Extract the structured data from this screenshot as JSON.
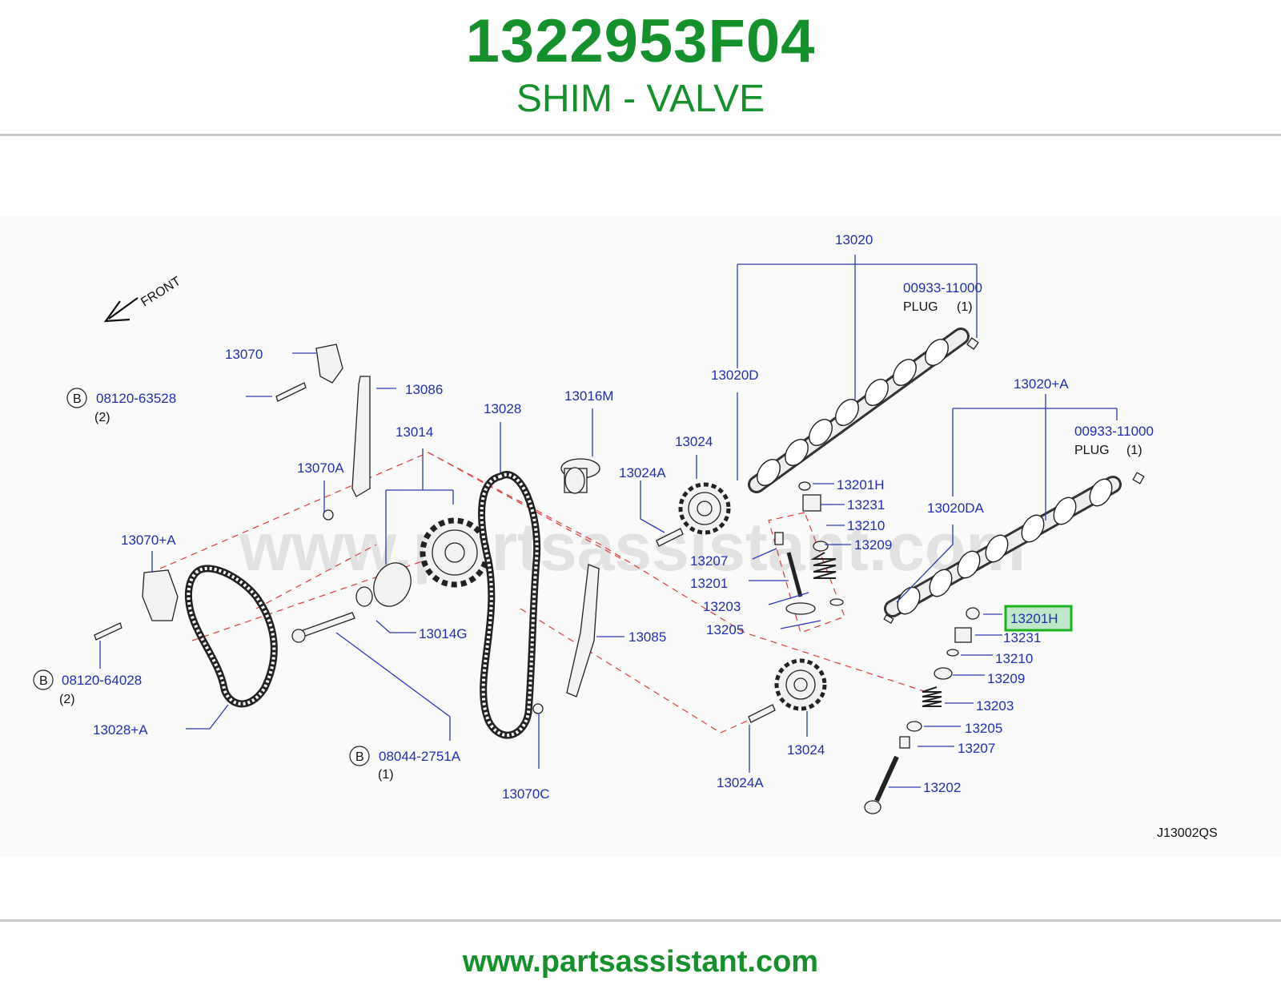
{
  "header": {
    "part_number": "1322953F04",
    "part_name": "SHIM - VALVE"
  },
  "diagram": {
    "front_label": "FRONT",
    "watermark": "www.partsassistant.com",
    "code": "J13002QS",
    "plug_text": "PLUG",
    "qty1": "(1)",
    "qty2": "(2)",
    "bolt_marker": "B",
    "labels": {
      "l13020": "13020",
      "l00933a": "00933-11000",
      "l00933b": "00933-11000",
      "l13020D": "13020D",
      "l13020plusA": "13020+A",
      "l13020DA": "13020DA",
      "l13070": "13070",
      "l13086": "13086",
      "l08120a": "08120-63528",
      "l13014": "13014",
      "l13028": "13028",
      "l13016M": "13016M",
      "l13024top": "13024",
      "l13024Atop": "13024A",
      "l13070A": "13070A",
      "l13201Ha": "13201H",
      "l13231a": "13231",
      "l13210a": "13210",
      "l13209a": "13209",
      "l13207a": "13207",
      "l13201": "13201",
      "l13203a": "13203",
      "l13205a": "13205",
      "l13070plusA": "13070+A",
      "l13014G": "13014G",
      "l13085": "13085",
      "l08120b": "08120-64028",
      "l13028plusA": "13028+A",
      "l08044": "08044-2751A",
      "l13070C": "13070C",
      "l13024Abot": "13024A",
      "l13024bot": "13024",
      "l13201Hb": "13201H",
      "l13231b": "13231",
      "l13210b": "13210",
      "l13209b": "13209",
      "l13203b": "13203",
      "l13205b": "13205",
      "l13207b": "13207",
      "l13202": "13202"
    },
    "highlight_color": "#19b21c"
  },
  "footer": {
    "url": "www.partsassistant.com"
  }
}
